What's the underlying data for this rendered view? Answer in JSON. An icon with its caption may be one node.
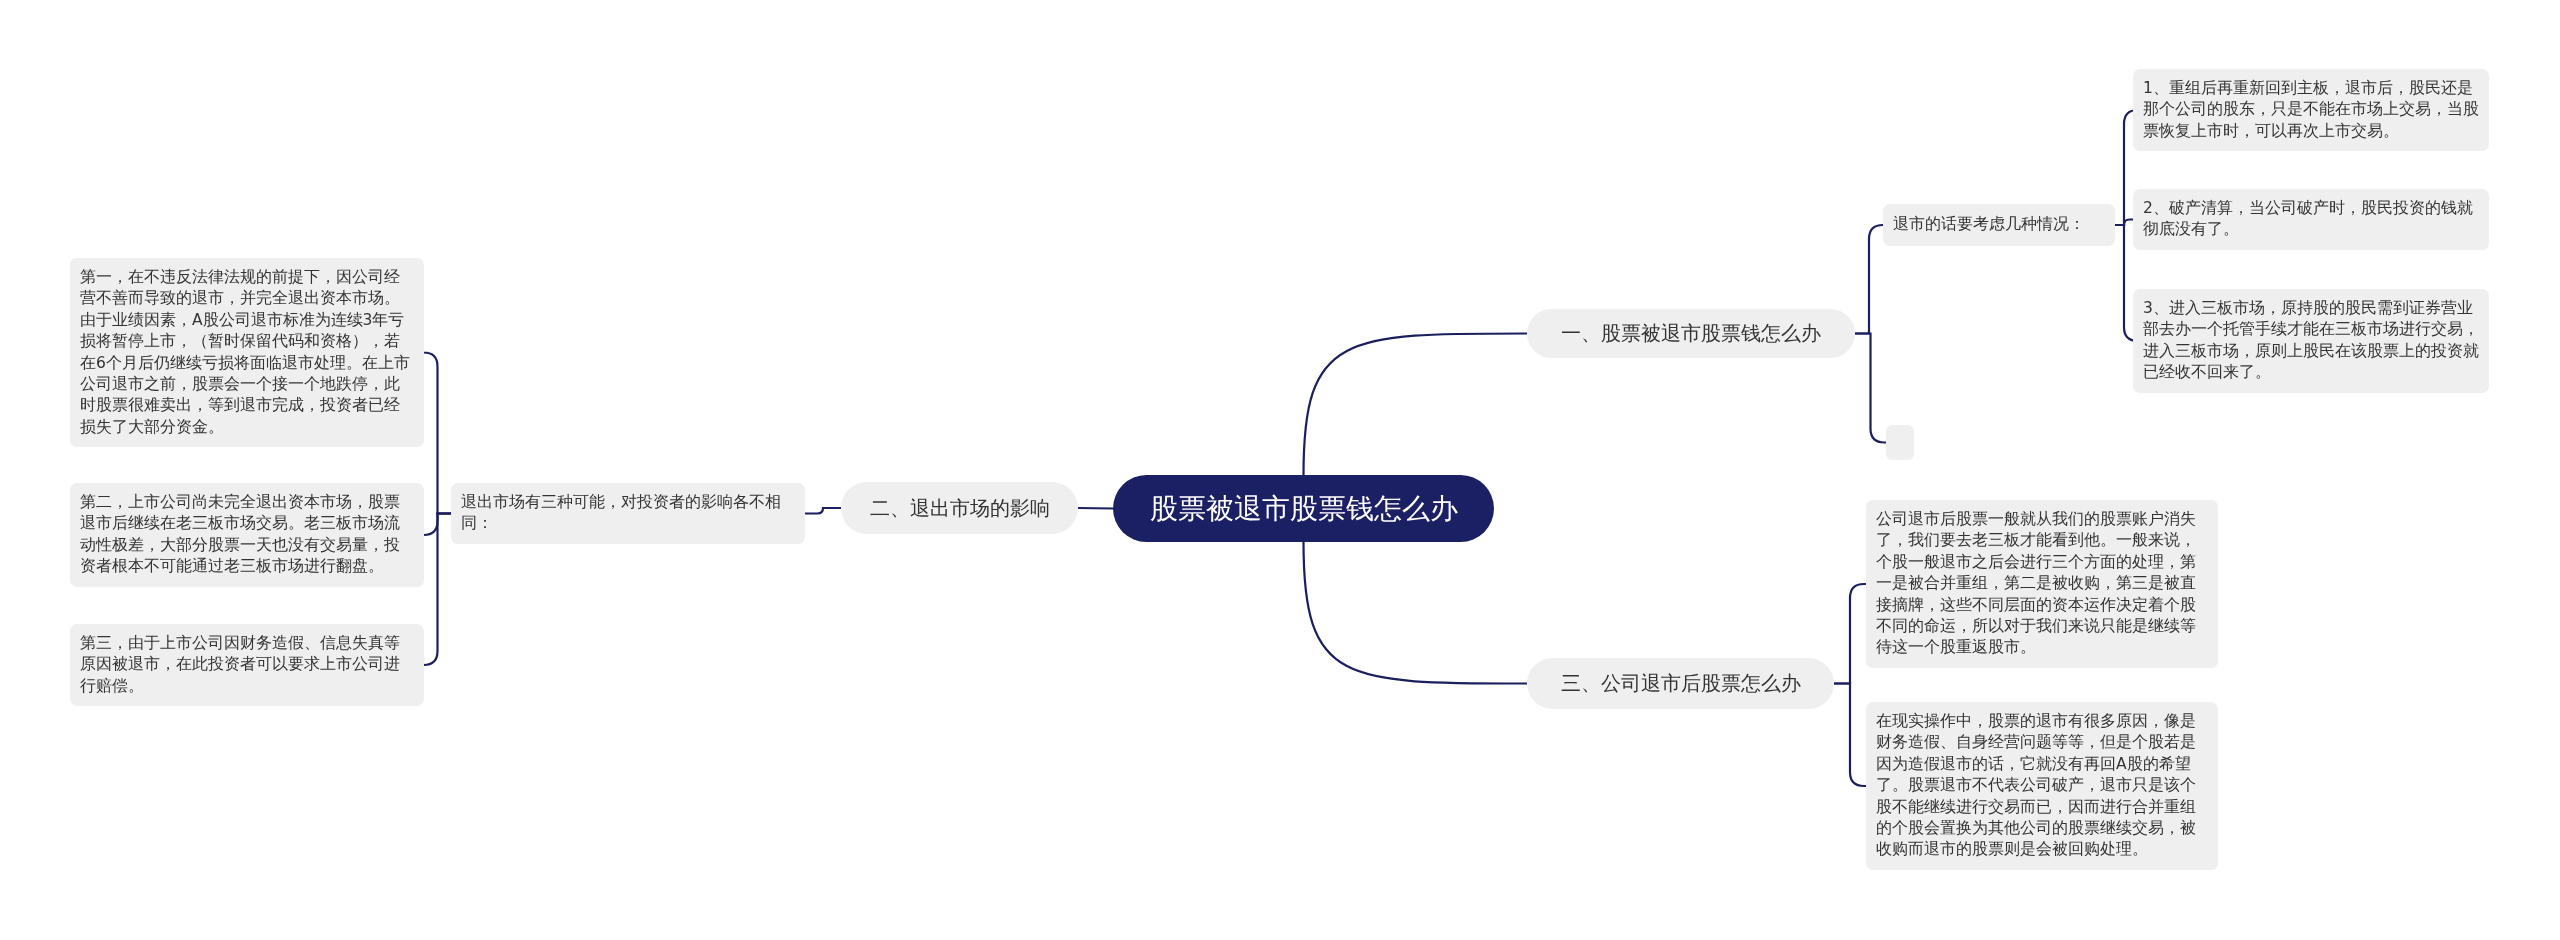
{
  "diagram": {
    "nodes": [
      {
        "text": [
          "股票被退市股票钱怎么办"
        ]
      },
      {
        "text": [
          "一、股票被退市股票钱怎么办"
        ]
      },
      {
        "text": [
          "退市的话要考虑几种情况："
        ]
      },
      {
        "text": [
          "1、重组后再重新回到主板，退市后，股民还是那个公司的股东，只是不能在市场上交易，当股票恢复上市时，可以再次上市交易。"
        ]
      },
      {
        "text": [
          "2、破产清算，当公司破产时，股民投资的钱就彻底没有了。"
        ]
      },
      {
        "text": [
          "3、进入三板市场，原持股的股民需到证券营业部去办一个托管手续才能在三板市场进行交易，进入三板市场，原则上股民在该股票上的投资就已经收不回来了。"
        ]
      },
      {
        "text": [],
        "shape": "box"
      },
      {
        "text": [
          "二、退出市场的影响"
        ]
      },
      {
        "text": [
          "退出市场有三种可能，对投资者的影响各不相同："
        ]
      },
      {
        "text": [
          "第一，在不违反法律法规的前提下，因公司经营不善而导致的退市，并完全退出资本市场。由于业绩因素，A股公司退市标准为连续3年亏损将暂停上市，（暂时保留代码和资格），若在6个月后仍继续亏损将面临退市处理。在上市公司退市之前，股票会一个接一个地跌停，此时股票很难卖出，等到退市完成，投资者已经损失了大部分资金。"
        ]
      },
      {
        "text": [
          "第二，上市公司尚未完全退出资本市场，股票退市后继续在老三板市场交易。老三板市场流动性极差，大部分股票一天也没有交易量，投资者根本不可能通过老三板市场进行翻盘。"
        ]
      },
      {
        "text": [
          "第三，由于上市公司因财务造假、信息失真等原因被退市，在此投资者可以要求上市公司进行赔偿。"
        ]
      },
      {
        "text": [
          "三、公司退市后股票怎么办"
        ]
      },
      {
        "text": [
          "公司退市后股票一般就从我们的股票账户消失了，我们要去老三板才能看到他。一般来说，个股一般退市之后会进行三个方面的处理，第一是被合并重组，第二是被收购，第三是被直接摘牌，这些不同层面的资本运作决定着个股不同的命运，所以对于我们来说只能是继续等待这一个股重返股市。"
        ]
      },
      {
        "text": [
          "在现实操作中，股票的退市有很多原因，像是财务造假、自身经营问题等等，但是个股若是因为造假退市的话，它就没有再回A股的希望了。股票退市不代表公司破产，退市只是该个股不能继续进行交易而已，因而进行合并重组的个股会置换为其他公司的股票继续交易，被收购而退市的股票则是会被回购处理。"
        ]
      }
    ],
    "edges": [
      {
        "from": 0,
        "to": 1,
        "arrow": "none"
      },
      {
        "from": 1,
        "to": 2,
        "arrow": "none"
      },
      {
        "from": 2,
        "to": 3,
        "arrow": "none"
      },
      {
        "from": 2,
        "to": 4,
        "arrow": "none"
      },
      {
        "from": 2,
        "to": 5,
        "arrow": "none"
      },
      {
        "from": 1,
        "to": 6,
        "arrow": "none"
      },
      {
        "from": 0,
        "to": 7,
        "arrow": "none"
      },
      {
        "from": 7,
        "to": 8,
        "arrow": "none"
      },
      {
        "from": 8,
        "to": 9,
        "arrow": "none"
      },
      {
        "from": 8,
        "to": 10,
        "arrow": "none"
      },
      {
        "from": 8,
        "to": 11,
        "arrow": "none"
      },
      {
        "from": 0,
        "to": 12,
        "arrow": "none"
      },
      {
        "from": 12,
        "to": 13,
        "arrow": "none"
      },
      {
        "from": 12,
        "to": 14,
        "arrow": "none"
      }
    ]
  }
}
